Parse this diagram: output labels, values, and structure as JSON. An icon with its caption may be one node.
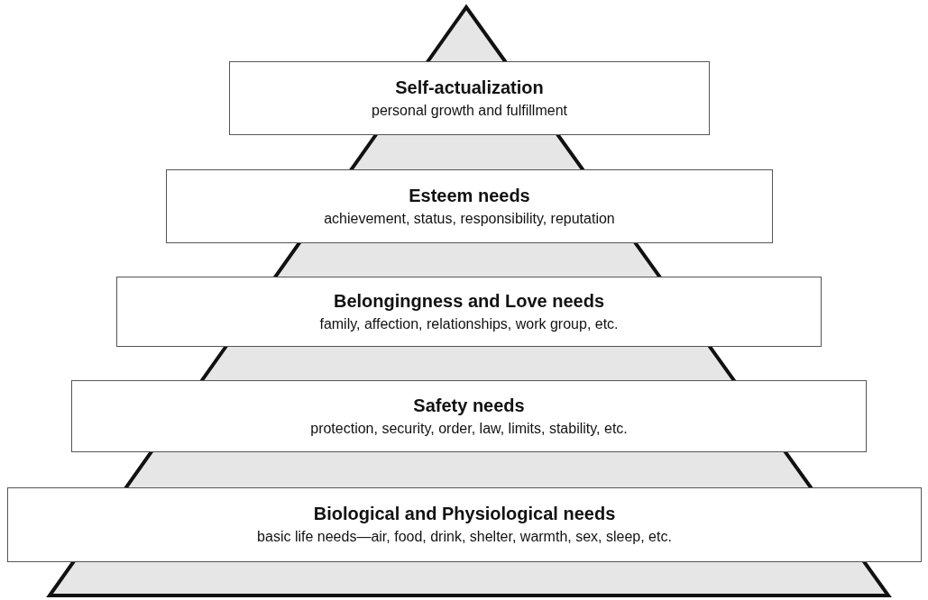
{
  "diagram": {
    "nodes": [
      {
        "text": [
          "Self-actualization",
          "personal growth and fulfillment"
        ]
      },
      {
        "text": [
          "Esteem needs",
          "achievement, status, responsibility, reputation"
        ]
      },
      {
        "text": [
          "Belongingness and Love needs",
          "family, affection, relationships, work group, etc."
        ]
      },
      {
        "text": [
          "Safety needs",
          "protection, security, order, law, limits, stability, etc."
        ]
      },
      {
        "text": [
          "Biological and Physiological needs",
          "basic life needs—air, food, drink, shelter, warmth, sex, sleep, etc."
        ]
      }
    ]
  }
}
